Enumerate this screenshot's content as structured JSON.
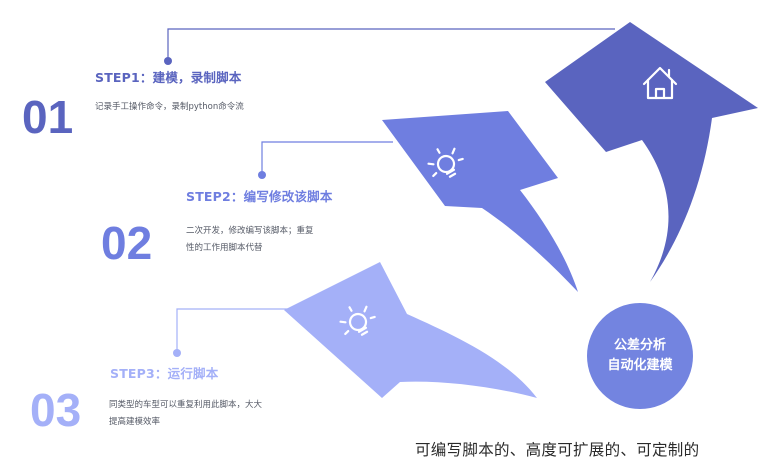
{
  "steps": [
    {
      "number": "01",
      "title": "STEP1：建模，录制脚本",
      "description": "记录手工操作命令，录制python命令流",
      "icon": "house-icon",
      "color": "#5a64bf"
    },
    {
      "number": "02",
      "title": "STEP2：编写修改该脚本",
      "description": "二次开发，修改编写该脚本；重复性的工作用脚本代替",
      "icon": "lightbulb-icon",
      "color": "#6f7ee0"
    },
    {
      "number": "03",
      "title": "STEP3：运行脚本",
      "description": "同类型的车型可以重复利用此脚本，大大提高建模效率",
      "icon": "lightbulb-icon",
      "color": "#a4b0f8"
    }
  ],
  "circle": {
    "line1": "公差分析",
    "line2": "自动化建模",
    "color": "#7384e0"
  },
  "caption": "可编写脚本的、高度可扩展的、可定制的"
}
